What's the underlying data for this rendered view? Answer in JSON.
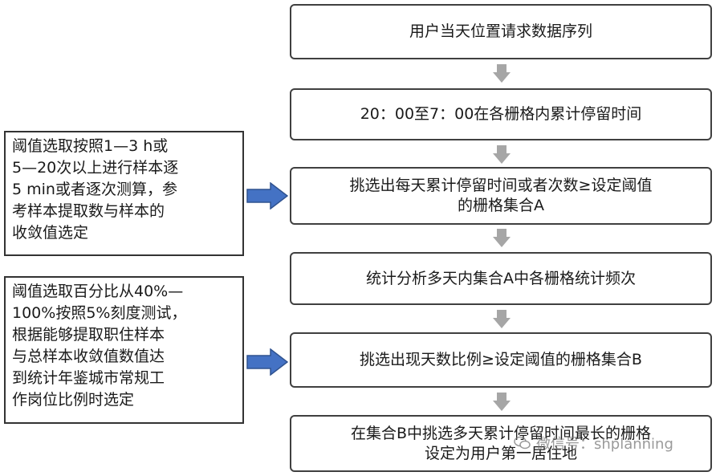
{
  "flow_steps": [
    "用户当天位置请求数据序列",
    "20：00至7：00在各栅格内累计停留时间",
    "挑选出每天累计停留时间或者次数≥设定阈值\n的栅格集合A",
    "统计分析多天内集合A中各栅格统计频次",
    "挑选出现天数比例≥设定阈值的栅格集合B",
    "在集合B中挑选多天累计停留时间最长的栅格\n设定为用户第一居住地"
  ],
  "notes": [
    "阈值选取按照1—3 h或\n5—20次以上进行样本逐\n5 min或者逐次测算，参\n考样本提取数与样本的\n收敛值选定",
    "阈值选取百分比从40%—\n100%按照5%刻度测试，\n根据能够提取职住样本\n与总样本收敛值数值达\n到统计年鉴城市常规工\n作岗位比例时选定"
  ],
  "watermark": {
    "text": "微信号：shplanning",
    "icon": "wechat-icon"
  },
  "colors": {
    "arrow_gray": "#a6a6a6",
    "arrow_blue": "#4472c4",
    "border": "#404040"
  }
}
